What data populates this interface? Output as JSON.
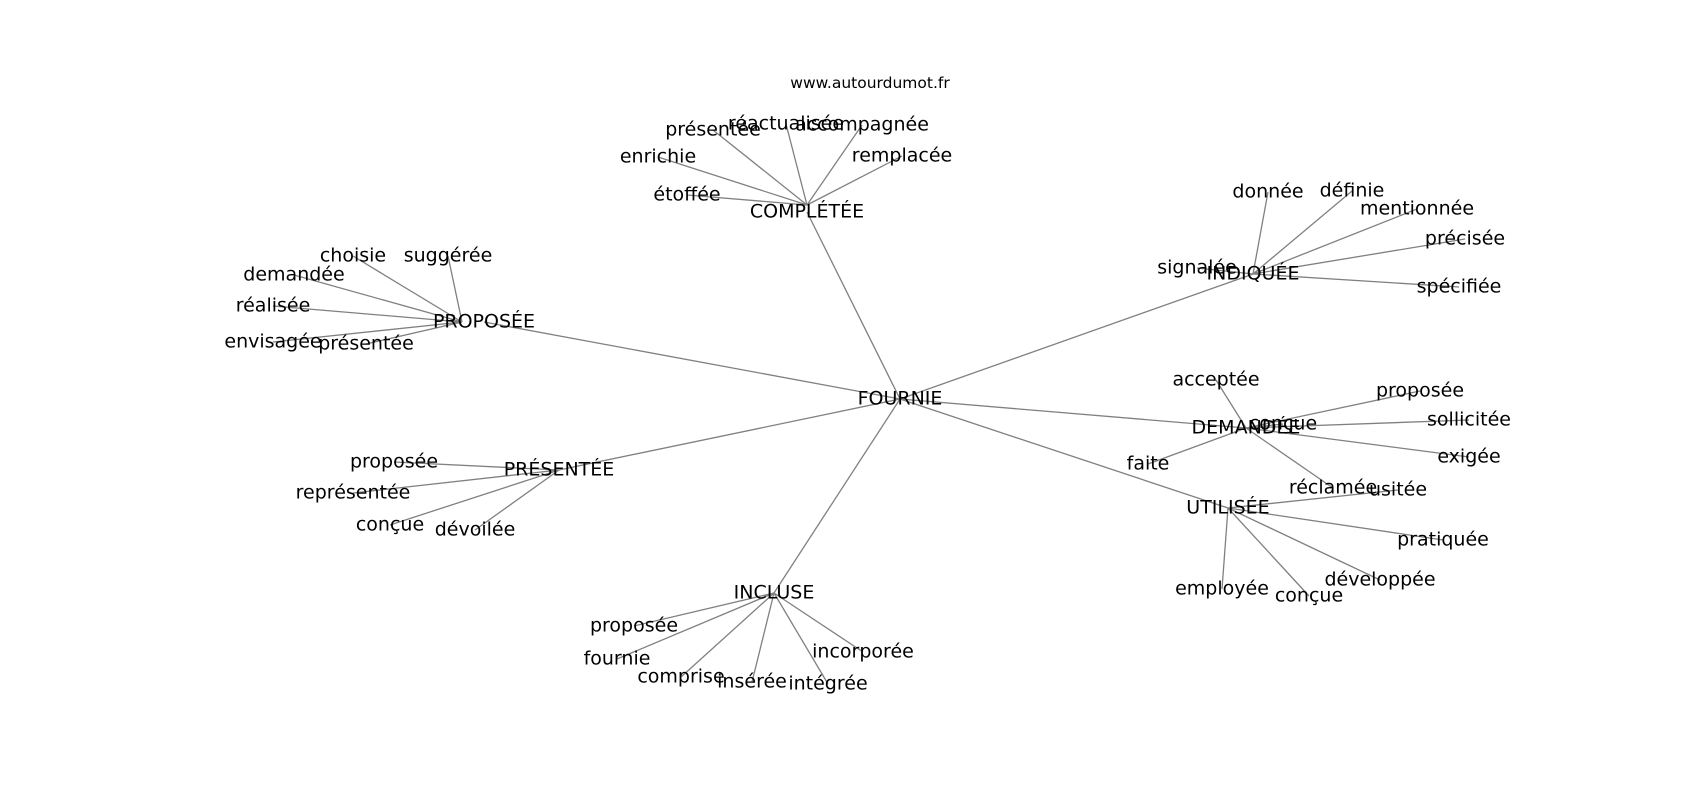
{
  "header": {
    "site": "www.autourdumot.fr"
  },
  "graph": {
    "root": "FOURNIE",
    "clusters": [
      {
        "id": "completee",
        "label": "COMPLÉTÉE",
        "neighbors": [
          "étoffée",
          "enrichie",
          "présentée",
          "réactualisée",
          "accompagnée",
          "remplacée"
        ]
      },
      {
        "id": "proposee",
        "label": "PROPOSÉE",
        "neighbors": [
          "choisie",
          "suggérée",
          "demandée",
          "réalisée",
          "envisagée",
          "présentée"
        ]
      },
      {
        "id": "indiquee",
        "label": "INDIQUÉE",
        "neighbors": [
          "donnée",
          "définie",
          "mentionnée",
          "précisée",
          "signalée",
          "spécifiée"
        ]
      },
      {
        "id": "demandee",
        "label": "DEMANDÉE",
        "neighbors": [
          "acceptée",
          "proposée",
          "conçue",
          "sollicitée",
          "exigée",
          "faite",
          "réclamée"
        ]
      },
      {
        "id": "utilisee",
        "label": "UTILISÉE",
        "neighbors": [
          "usitée",
          "pratiquée",
          "développée",
          "conçue",
          "employée"
        ]
      },
      {
        "id": "presentee",
        "label": "PRÉSENTÉE",
        "neighbors": [
          "proposée",
          "représentée",
          "conçue",
          "dévoilée"
        ]
      },
      {
        "id": "incluse",
        "label": "INCLUSE",
        "neighbors": [
          "proposée",
          "fournie",
          "comprise",
          "insérée",
          "intégrée",
          "incorporée"
        ]
      }
    ]
  }
}
